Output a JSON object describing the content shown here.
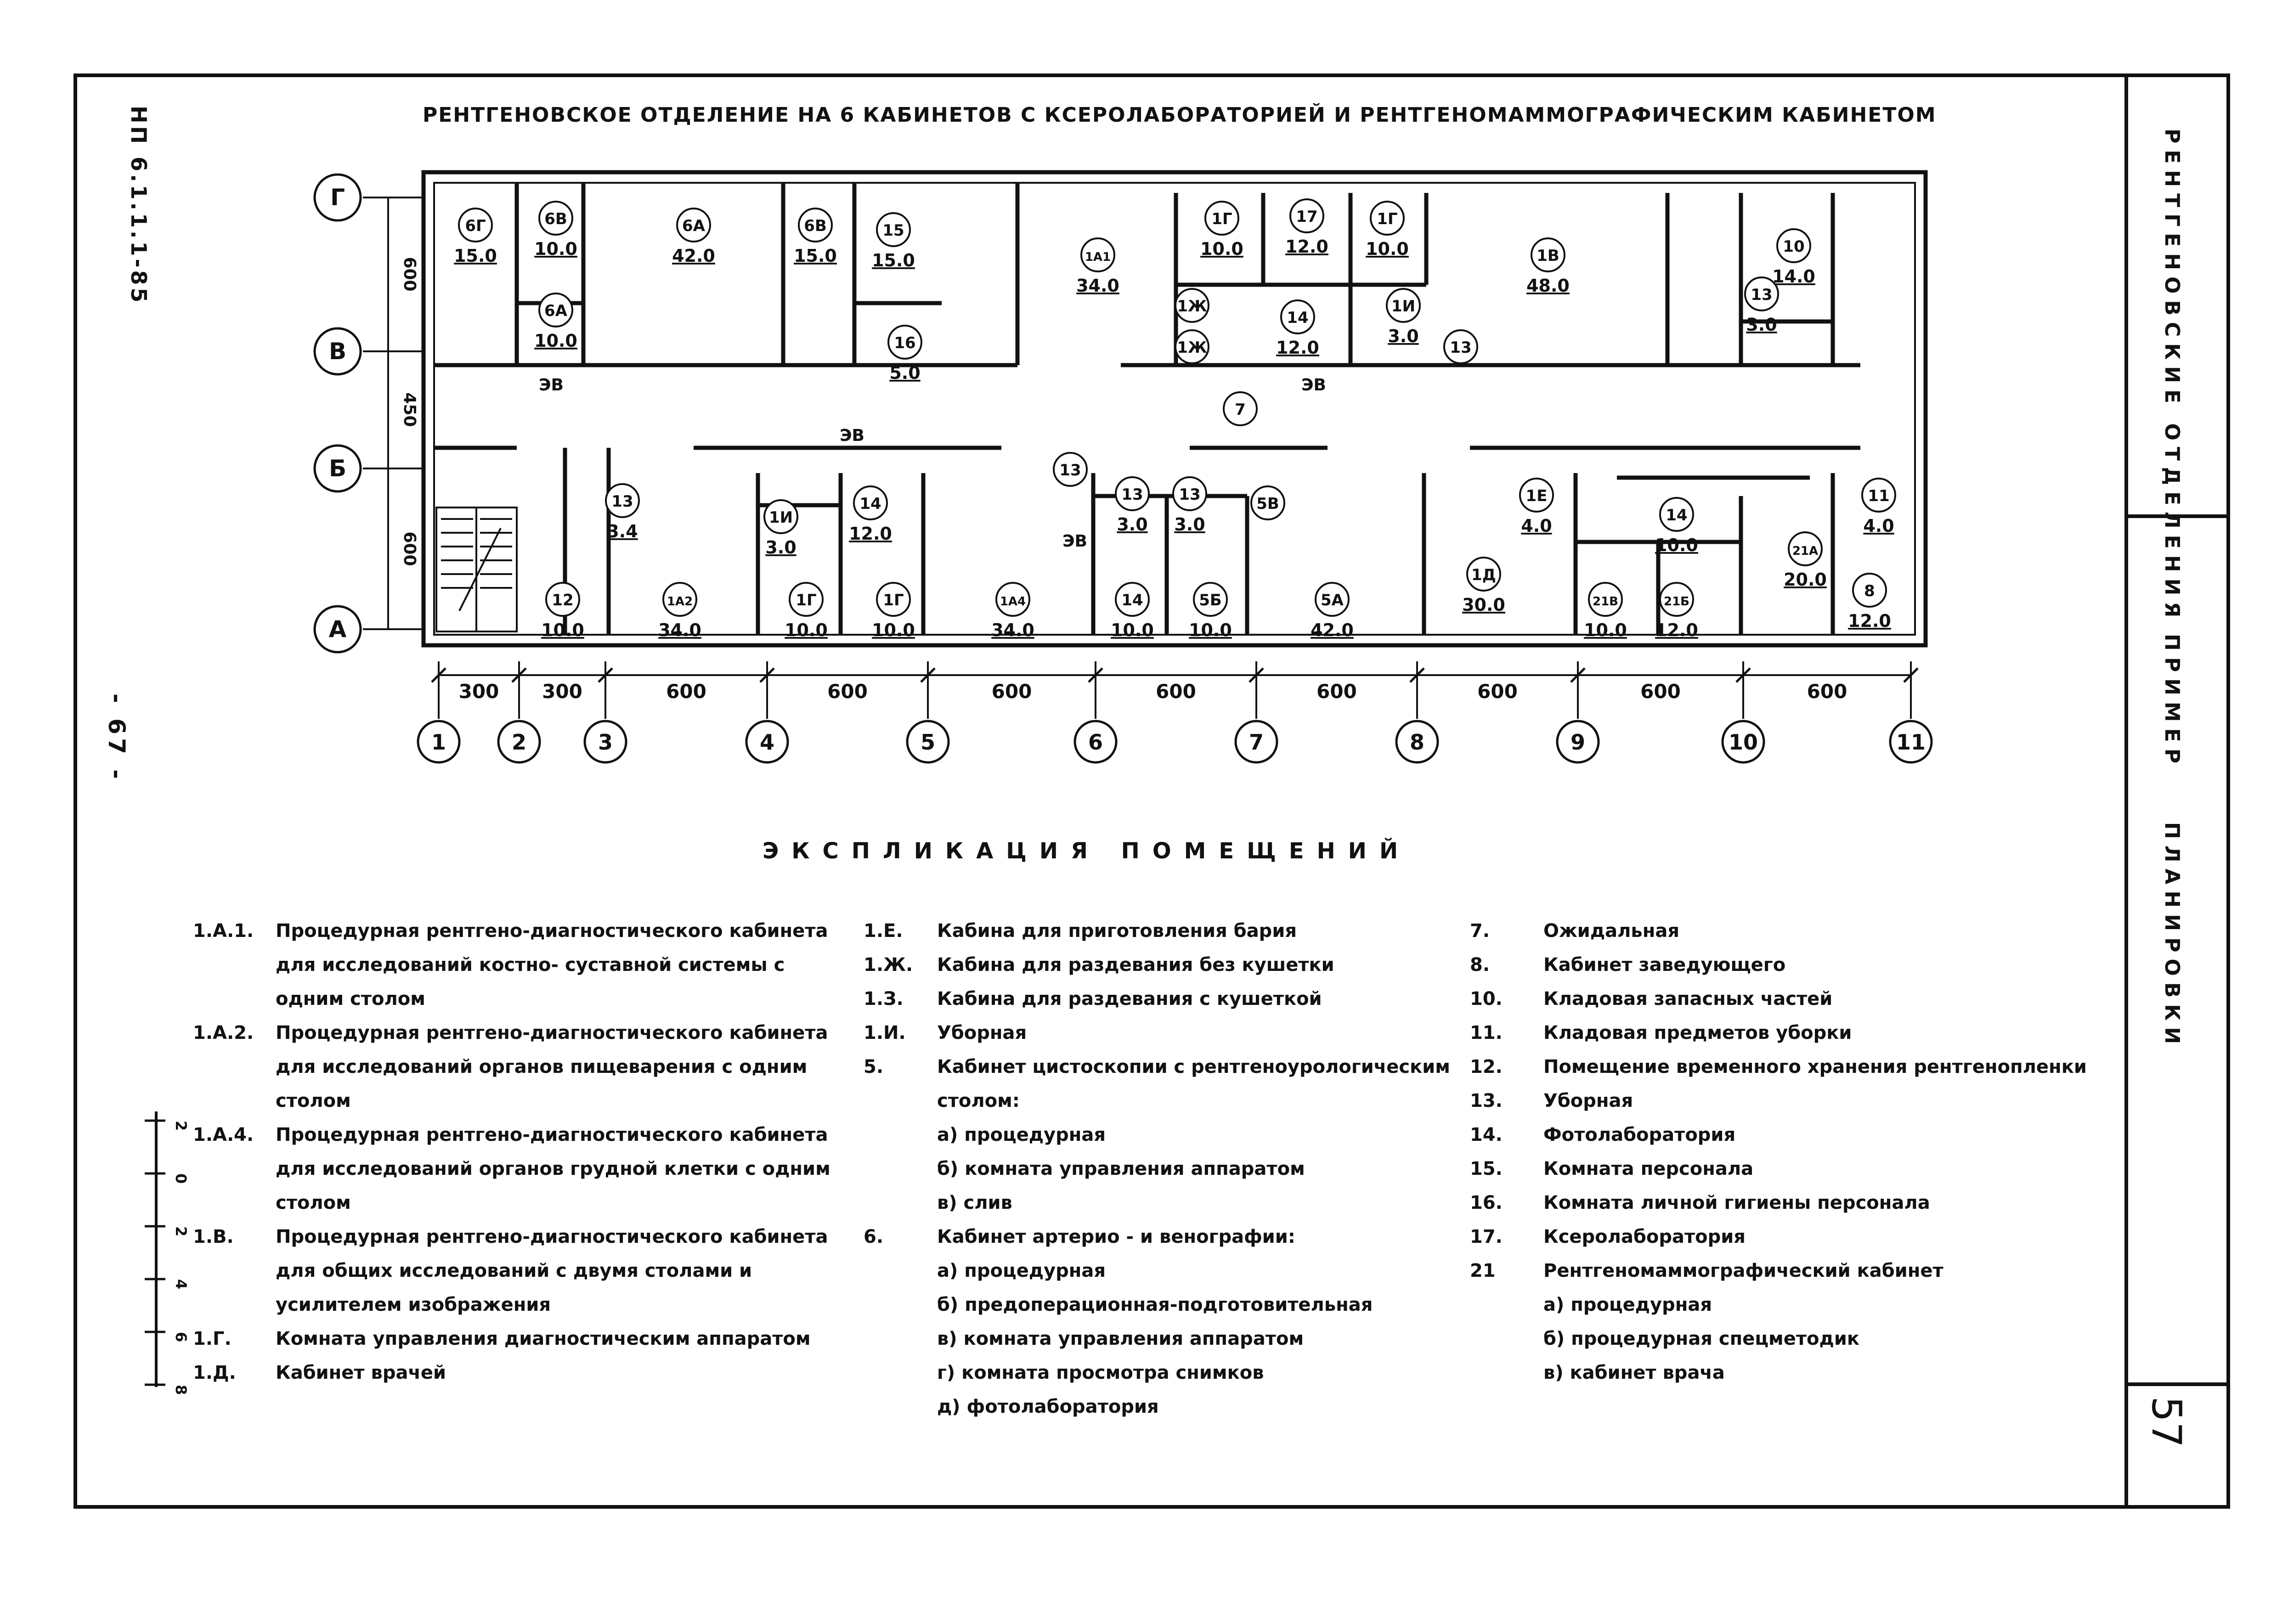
{
  "document": {
    "code": "НП 6.1.1.1-85",
    "page_mark": "- 67 -",
    "title": "РЕНТГЕНОВСКОЕ ОТДЕЛЕНИЕ НА 6 КАБИНЕТОВ С КСЕРОЛАБОРАТОРИЕЙ И РЕНТГЕНОМАММОГРАФИЧЕСКИМ КАБИНЕТОМ",
    "sheet_number": "57"
  },
  "sidebar": {
    "section": "РЕНТГЕНОВСКИЕ ОТДЕЛЕНИЯ",
    "subsection": "ПРИМЕР",
    "topic": "ПЛАНИРОВКИ"
  },
  "plan": {
    "axis_rows": [
      "Г",
      "В",
      "Б",
      "А"
    ],
    "row_dims": [
      "600",
      "450",
      "600"
    ],
    "axis_cols": [
      "1",
      "2",
      "3",
      "4",
      "5",
      "6",
      "7",
      "8",
      "9",
      "10",
      "11"
    ],
    "col_dims": [
      "300",
      "300",
      "600",
      "600",
      "600",
      "600",
      "600",
      "600",
      "600",
      "600"
    ],
    "ev_label": "ЭВ",
    "rooms": [
      {
        "tag": "6Г",
        "area": "15.0"
      },
      {
        "tag": "6В",
        "area": "10.0"
      },
      {
        "tag": "6А",
        "area": "10.0"
      },
      {
        "tag": "6А",
        "area": "42.0"
      },
      {
        "tag": "6В",
        "area": "15.0"
      },
      {
        "tag": "15",
        "area": "15.0"
      },
      {
        "tag": "16",
        "area": "5.0"
      },
      {
        "tag": "1А1",
        "area": "34.0"
      },
      {
        "tag": "1Г",
        "area": "10.0"
      },
      {
        "tag": "17",
        "area": "12.0"
      },
      {
        "tag": "1Г",
        "area": "10.0"
      },
      {
        "tag": "1Ж",
        "area": ""
      },
      {
        "tag": "1Ж",
        "area": ""
      },
      {
        "tag": "14",
        "area": "12.0"
      },
      {
        "tag": "1И",
        "area": "3.0"
      },
      {
        "tag": "13",
        "area": ""
      },
      {
        "tag": "1В",
        "area": "48.0"
      },
      {
        "tag": "10",
        "area": "14.0"
      },
      {
        "tag": "13",
        "area": "3.0"
      },
      {
        "tag": "7",
        "area": ""
      },
      {
        "tag": "13",
        "area": "3.4"
      },
      {
        "tag": "12",
        "area": "10.0"
      },
      {
        "tag": "1А2",
        "area": "34.0"
      },
      {
        "tag": "1И",
        "area": "3.0"
      },
      {
        "tag": "14",
        "area": "12.0"
      },
      {
        "tag": "1Г",
        "area": "10.0"
      },
      {
        "tag": "1Г",
        "area": "10.0"
      },
      {
        "tag": "1А4",
        "area": "34.0"
      },
      {
        "tag": "13",
        "area": ""
      },
      {
        "tag": "13",
        "area": "3.0"
      },
      {
        "tag": "13",
        "area": "3.0"
      },
      {
        "tag": "5В",
        "area": ""
      },
      {
        "tag": "14",
        "area": "10.0"
      },
      {
        "tag": "5Б",
        "area": "10.0"
      },
      {
        "tag": "5А",
        "area": "42.0"
      },
      {
        "tag": "1Д",
        "area": "30.0"
      },
      {
        "tag": "1Е",
        "area": "4.0"
      },
      {
        "tag": "14",
        "area": "10.0"
      },
      {
        "tag": "21В",
        "area": "10.0"
      },
      {
        "tag": "21Б",
        "area": "12.0"
      },
      {
        "tag": "21А",
        "area": "20.0"
      },
      {
        "tag": "8",
        "area": "12.0"
      },
      {
        "tag": "11",
        "area": "4.0"
      }
    ]
  },
  "explication": {
    "title": "ЭКСПЛИКАЦИЯ ПОМЕЩЕНИЙ",
    "col1": [
      {
        "num": "1.А.1.",
        "text": "Процедурная рентгено-диагностического кабинета для исследований костно- суставной системы с одним столом"
      },
      {
        "num": "1.А.2.",
        "text": "Процедурная рентгено-диагностического кабинета для исследований органов пищеварения с одним столом"
      },
      {
        "num": "1.А.4.",
        "text": "Процедурная рентгено-диагностического кабинета для исследований органов грудной клетки с одним столом"
      },
      {
        "num": "1.В.",
        "text": "Процедурная рентгено-диагностического кабинета для общих исследований с двумя столами и усилителем изображения"
      },
      {
        "num": "1.Г.",
        "text": "Комната управления диагностическим аппаратом"
      },
      {
        "num": "1.Д.",
        "text": "Кабинет врачей"
      }
    ],
    "col2": [
      {
        "num": "1.Е.",
        "text": "Кабина для приготовления бария"
      },
      {
        "num": "1.Ж.",
        "text": "Кабина для раздевания без кушетки"
      },
      {
        "num": "1.З.",
        "text": "Кабина для раздевания с кушеткой"
      },
      {
        "num": "1.И.",
        "text": "Уборная"
      },
      {
        "num": "5.",
        "text": "Кабинет цистоскопии с рентгеноурологическим столом:"
      },
      {
        "num": "",
        "text": "а) процедурная"
      },
      {
        "num": "",
        "text": "б) комната управления аппаратом"
      },
      {
        "num": "",
        "text": "в) слив"
      },
      {
        "num": "6.",
        "text": "Кабинет артерио - и венографии:"
      },
      {
        "num": "",
        "text": "а) процедурная"
      },
      {
        "num": "",
        "text": "б) предоперационная-подготовительная"
      },
      {
        "num": "",
        "text": "в) комната управления аппаратом"
      },
      {
        "num": "",
        "text": "г) комната просмотра снимков"
      },
      {
        "num": "",
        "text": "д) фотолаборатория"
      }
    ],
    "col3": [
      {
        "num": "7.",
        "text": "Ожидальная"
      },
      {
        "num": "8.",
        "text": "Кабинет заведующего"
      },
      {
        "num": "10.",
        "text": "Кладовая запасных частей"
      },
      {
        "num": "11.",
        "text": "Кладовая предметов уборки"
      },
      {
        "num": "12.",
        "text": "Помещение временного хранения рентгенопленки"
      },
      {
        "num": "13.",
        "text": "Уборная"
      },
      {
        "num": "14.",
        "text": "Фотолаборатория"
      },
      {
        "num": "15.",
        "text": "Комната персонала"
      },
      {
        "num": "16.",
        "text": "Комната личной гигиены персонала"
      },
      {
        "num": "17.",
        "text": "Ксеролаборатория"
      },
      {
        "num": "21",
        "text": "Рентгеномаммографический кабинет"
      },
      {
        "num": "",
        "text": "а) процедурная"
      },
      {
        "num": "",
        "text": "б) процедурная спецметодик"
      },
      {
        "num": "",
        "text": "в) кабинет врача"
      }
    ]
  },
  "scale_ticks": [
    "2",
    "0",
    "2",
    "4",
    "6",
    "8"
  ]
}
